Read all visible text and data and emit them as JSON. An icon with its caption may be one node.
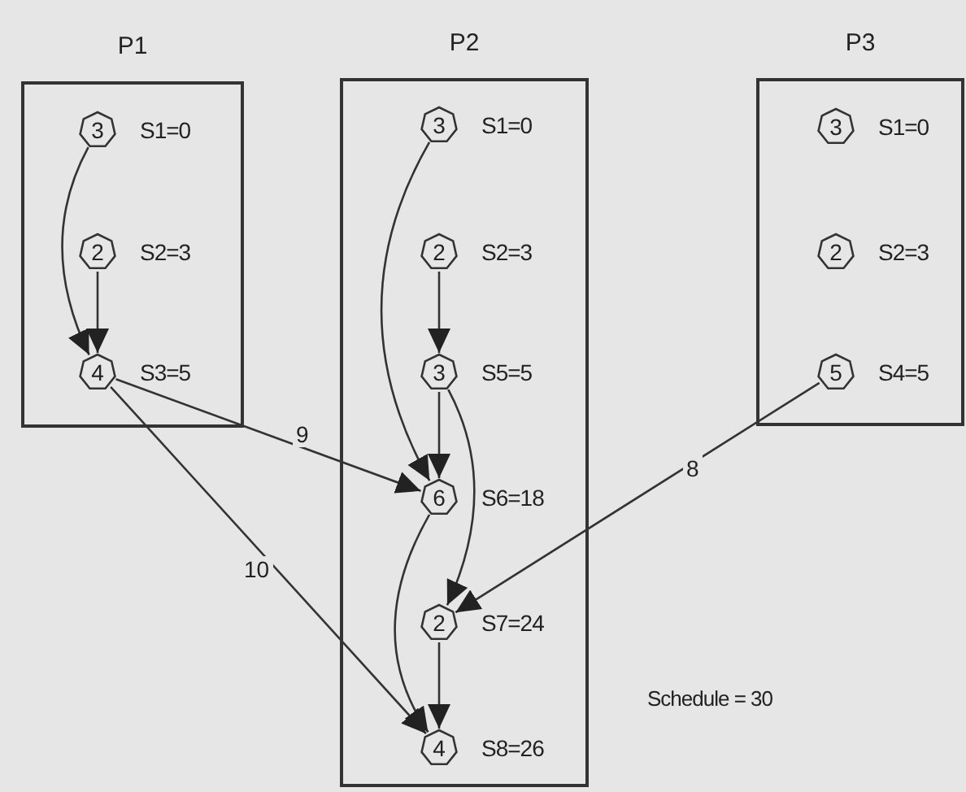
{
  "diagram": {
    "nodes": [
      {
        "text": [
          "P1"
        ]
      },
      {
        "text": [
          "3"
        ],
        "in": 0,
        "beside": [
          "S1=0"
        ]
      },
      {
        "text": [
          "2"
        ],
        "in": 0,
        "beside": [
          "S2=3"
        ]
      },
      {
        "text": [
          "4"
        ],
        "in": 0,
        "beside": [
          "S3=5"
        ]
      },
      {
        "text": [
          "P2"
        ]
      },
      {
        "text": [
          "3"
        ],
        "in": 4,
        "beside": [
          "S1=0"
        ]
      },
      {
        "text": [
          "2"
        ],
        "in": 4,
        "beside": [
          "S2=3"
        ]
      },
      {
        "text": [
          "3"
        ],
        "in": 4,
        "beside": [
          "S5=5"
        ]
      },
      {
        "text": [
          "6"
        ],
        "in": 4,
        "beside": [
          "S6=18"
        ]
      },
      {
        "text": [
          "2"
        ],
        "in": 4,
        "beside": [
          "S7=24"
        ]
      },
      {
        "text": [
          "4"
        ],
        "in": 4,
        "beside": [
          "S8=26"
        ]
      },
      {
        "text": [
          "P3"
        ]
      },
      {
        "text": [
          "3"
        ],
        "in": 11,
        "beside": [
          "S1=0"
        ]
      },
      {
        "text": [
          "2"
        ],
        "in": 11,
        "beside": [
          "S2=3"
        ]
      },
      {
        "text": [
          "5"
        ],
        "in": 11,
        "beside": [
          "S4=5"
        ]
      }
    ],
    "edges": [
      {
        "from": 1,
        "to": 3,
        "arrow": "to"
      },
      {
        "from": 2,
        "to": 3,
        "arrow": "to"
      },
      {
        "from": 5,
        "to": 8,
        "arrow": "to"
      },
      {
        "from": 6,
        "to": 7,
        "arrow": "to"
      },
      {
        "from": 7,
        "to": 8,
        "arrow": "to"
      },
      {
        "from": 7,
        "to": 9,
        "arrow": "to"
      },
      {
        "from": 8,
        "to": 10,
        "arrow": "to"
      },
      {
        "from": 9,
        "to": 10,
        "arrow": "to"
      },
      {
        "from": 3,
        "to": 8,
        "arrow": "to",
        "label": "9"
      },
      {
        "from": 3,
        "to": 10,
        "arrow": "to",
        "label": "10"
      },
      {
        "from": 14,
        "to": 9,
        "arrow": "to",
        "label": "8"
      }
    ],
    "labels": [
      "Schedule = 30"
    ]
  }
}
